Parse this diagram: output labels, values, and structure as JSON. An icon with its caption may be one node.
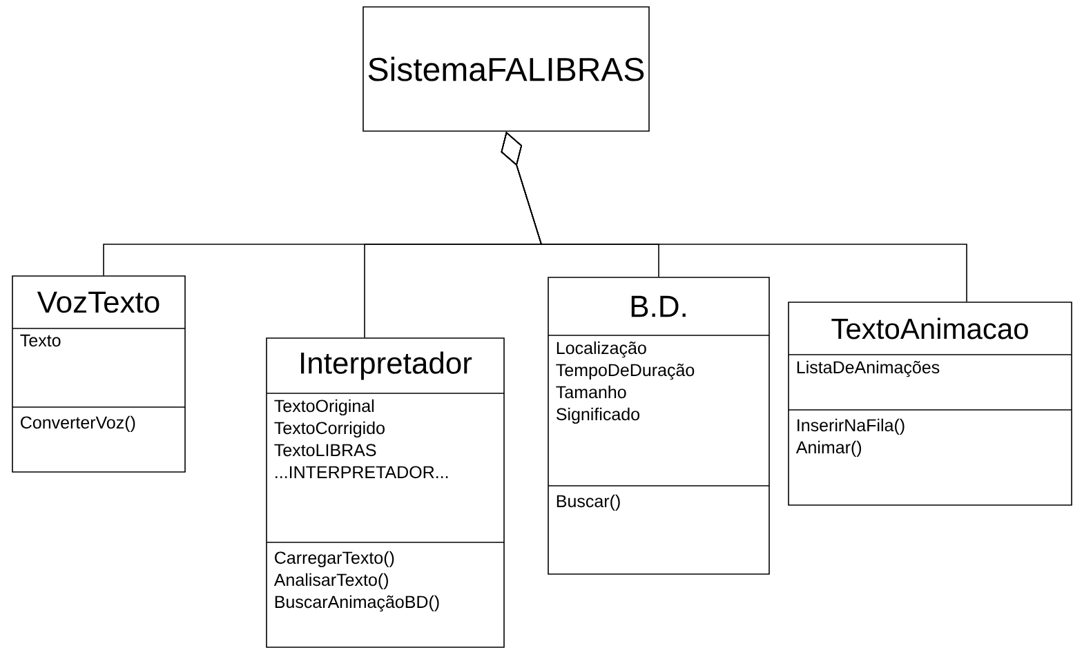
{
  "diagram": {
    "nodes": [
      {
        "text": [
          "SistemaFALIBRAS"
        ]
      },
      {
        "text": [
          "VozTexto",
          "Texto",
          "ConverterVoz()"
        ]
      },
      {
        "text": [
          "Interpretador",
          "TextoOriginal TextoCorrigido TextoLIBRAS ...INTERPRETADOR...",
          "CarregarTexto() AnalisarTexto() BuscarAnimaçãoBD()"
        ]
      },
      {
        "text": [
          "B.D.",
          "Localização TempoDeDuração Tamanho Significado",
          "Buscar()"
        ]
      },
      {
        "text": [
          "TextoAnimacao",
          "ListaDeAnimações",
          "InserirNaFila() Animar()"
        ]
      }
    ],
    "edges": [
      {
        "from": 1,
        "to": 0,
        "arrow": "other"
      },
      {
        "from": 2,
        "to": 0,
        "arrow": "other"
      },
      {
        "from": 3,
        "to": 0,
        "arrow": "other"
      },
      {
        "from": 4,
        "to": 0,
        "arrow": "other"
      }
    ]
  }
}
